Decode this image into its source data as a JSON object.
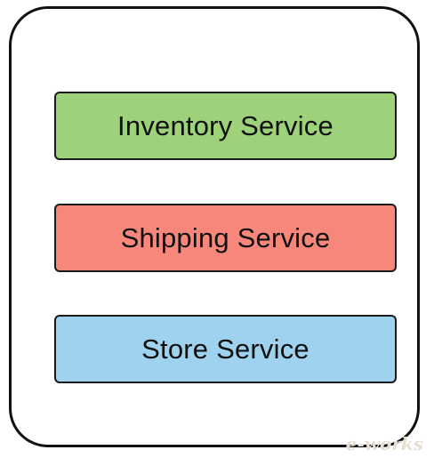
{
  "services": [
    {
      "label": "Inventory Service",
      "color": "#9ed27a"
    },
    {
      "label": "Shipping Service",
      "color": "#f7877b"
    },
    {
      "label": "Store Service",
      "color": "#9fd2ee"
    }
  ],
  "watermark": {
    "text": "e-works"
  }
}
